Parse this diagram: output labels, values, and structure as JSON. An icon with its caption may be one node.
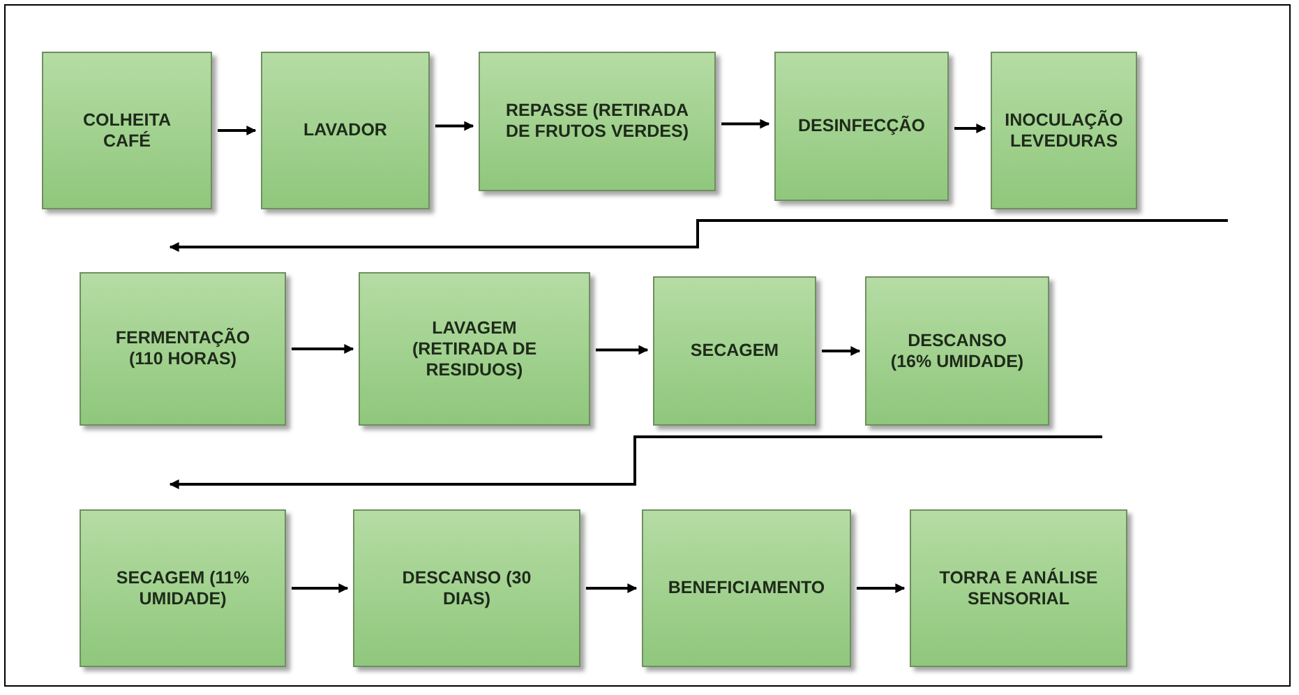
{
  "diagram": {
    "nodes": [
      {
        "text": [
          "COLHEITA CAFÉ"
        ]
      },
      {
        "text": [
          "LAVADOR"
        ]
      },
      {
        "text": [
          "REPASSE (RETIRADA DE FRUTOS VERDES)"
        ]
      },
      {
        "text": [
          "DESINFECÇÃO"
        ]
      },
      {
        "text": [
          "INOCULAÇÃO LEVEDURAS"
        ]
      },
      {
        "text": [
          "FERMENTAÇÃO (110 HORAS)"
        ]
      },
      {
        "text": [
          "LAVAGEM (RETIRADA DE RESIDUOS)"
        ]
      },
      {
        "text": [
          "SECAGEM"
        ]
      },
      {
        "text": [
          "DESCANSO (16% UMIDADE)"
        ]
      },
      {
        "text": [
          "SECAGEM (11% UMIDADE)"
        ]
      },
      {
        "text": [
          "DESCANSO (30 DIAS)"
        ]
      },
      {
        "text": [
          "BENEFICIAMENTO"
        ]
      },
      {
        "text": [
          "TORRA E ANÁLISE SENSORIAL"
        ]
      }
    ],
    "edges": [
      {
        "from": 0,
        "to": 1,
        "arrow": "to"
      },
      {
        "from": 1,
        "to": 2,
        "arrow": "to"
      },
      {
        "from": 2,
        "to": 3,
        "arrow": "to"
      },
      {
        "from": 3,
        "to": 4,
        "arrow": "to"
      },
      {
        "from": 4,
        "to": 5,
        "arrow": "to"
      },
      {
        "from": 5,
        "to": 6,
        "arrow": "to"
      },
      {
        "from": 6,
        "to": 7,
        "arrow": "to"
      },
      {
        "from": 7,
        "to": 8,
        "arrow": "to"
      },
      {
        "from": 8,
        "to": 9,
        "arrow": "to"
      },
      {
        "from": 9,
        "to": 10,
        "arrow": "to"
      },
      {
        "from": 10,
        "to": 11,
        "arrow": "to"
      },
      {
        "from": 11,
        "to": 12,
        "arrow": "to"
      }
    ]
  }
}
